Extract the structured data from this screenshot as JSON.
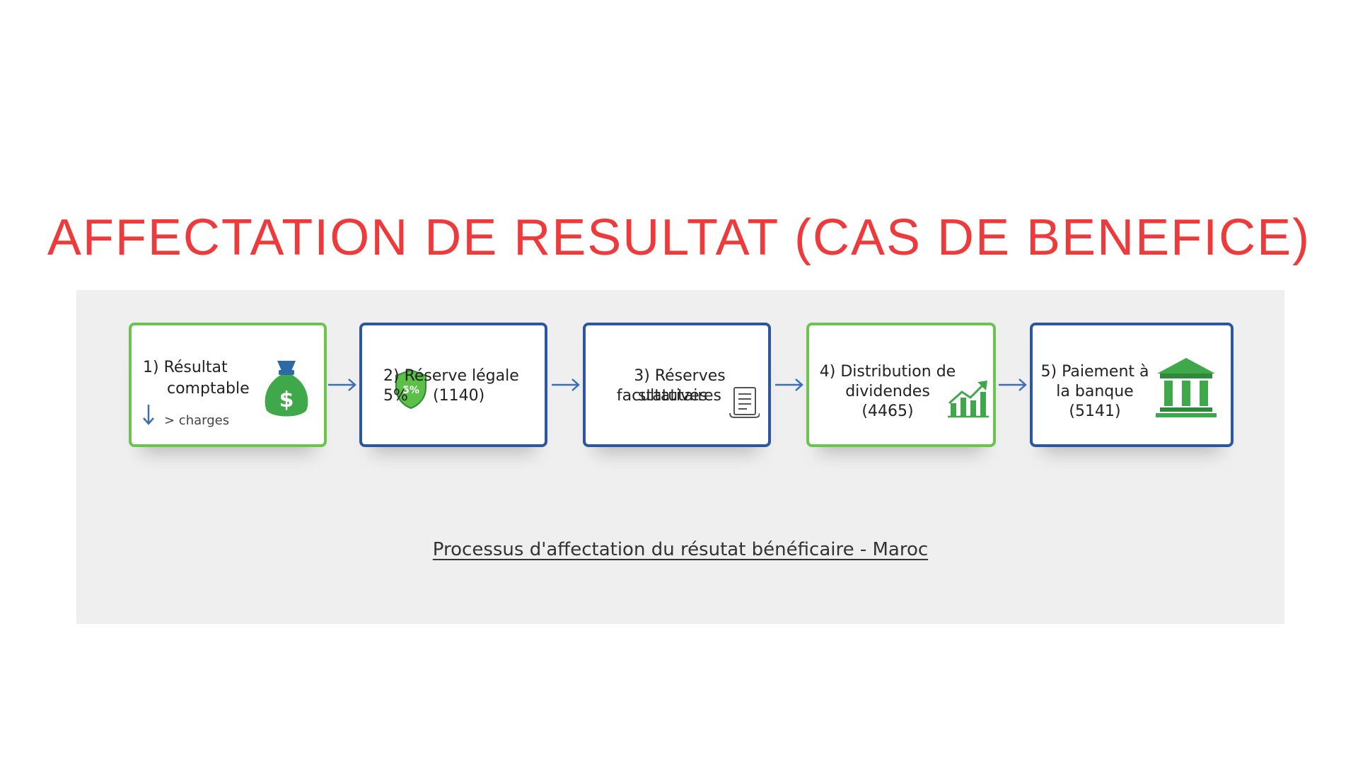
{
  "title": "AFFECTATION DE RESULTAT (CAS DE BENEFICE)",
  "steps": [
    {
      "label_line1": "1) Résultat",
      "label_line2": "comptable",
      "note": "> charges",
      "icon": "money-bag-icon",
      "color": "#6cc34f"
    },
    {
      "label_line1": "2) Réserve légale 5%",
      "label_line2": "(1140)",
      "icon": "shield-icon",
      "icon_text": "5%",
      "color": "#2c56a0"
    },
    {
      "label_line1": "3) Réserves statutaires",
      "label_line2": "facultatives",
      "icon": "document-icon",
      "color": "#2c56a0"
    },
    {
      "label_line1": "4) Distribution de",
      "label_line2": "dividendes",
      "label_line3": "(4465)",
      "icon": "growth-chart-icon",
      "color": "#6cc34f"
    },
    {
      "label_line1": "5) Paiement à",
      "label_line2": "la banque",
      "label_line3": "(5141)",
      "icon": "bank-icon",
      "color": "#2c56a0"
    }
  ],
  "caption": "Processus d'affectation du résutat bénéficaire - Maroc",
  "colors": {
    "title": "#ee3a3a",
    "green_border": "#6cc34f",
    "blue_border": "#2c56a0",
    "arrow": "#3b6fb6",
    "panel_bg": "#efefef"
  }
}
